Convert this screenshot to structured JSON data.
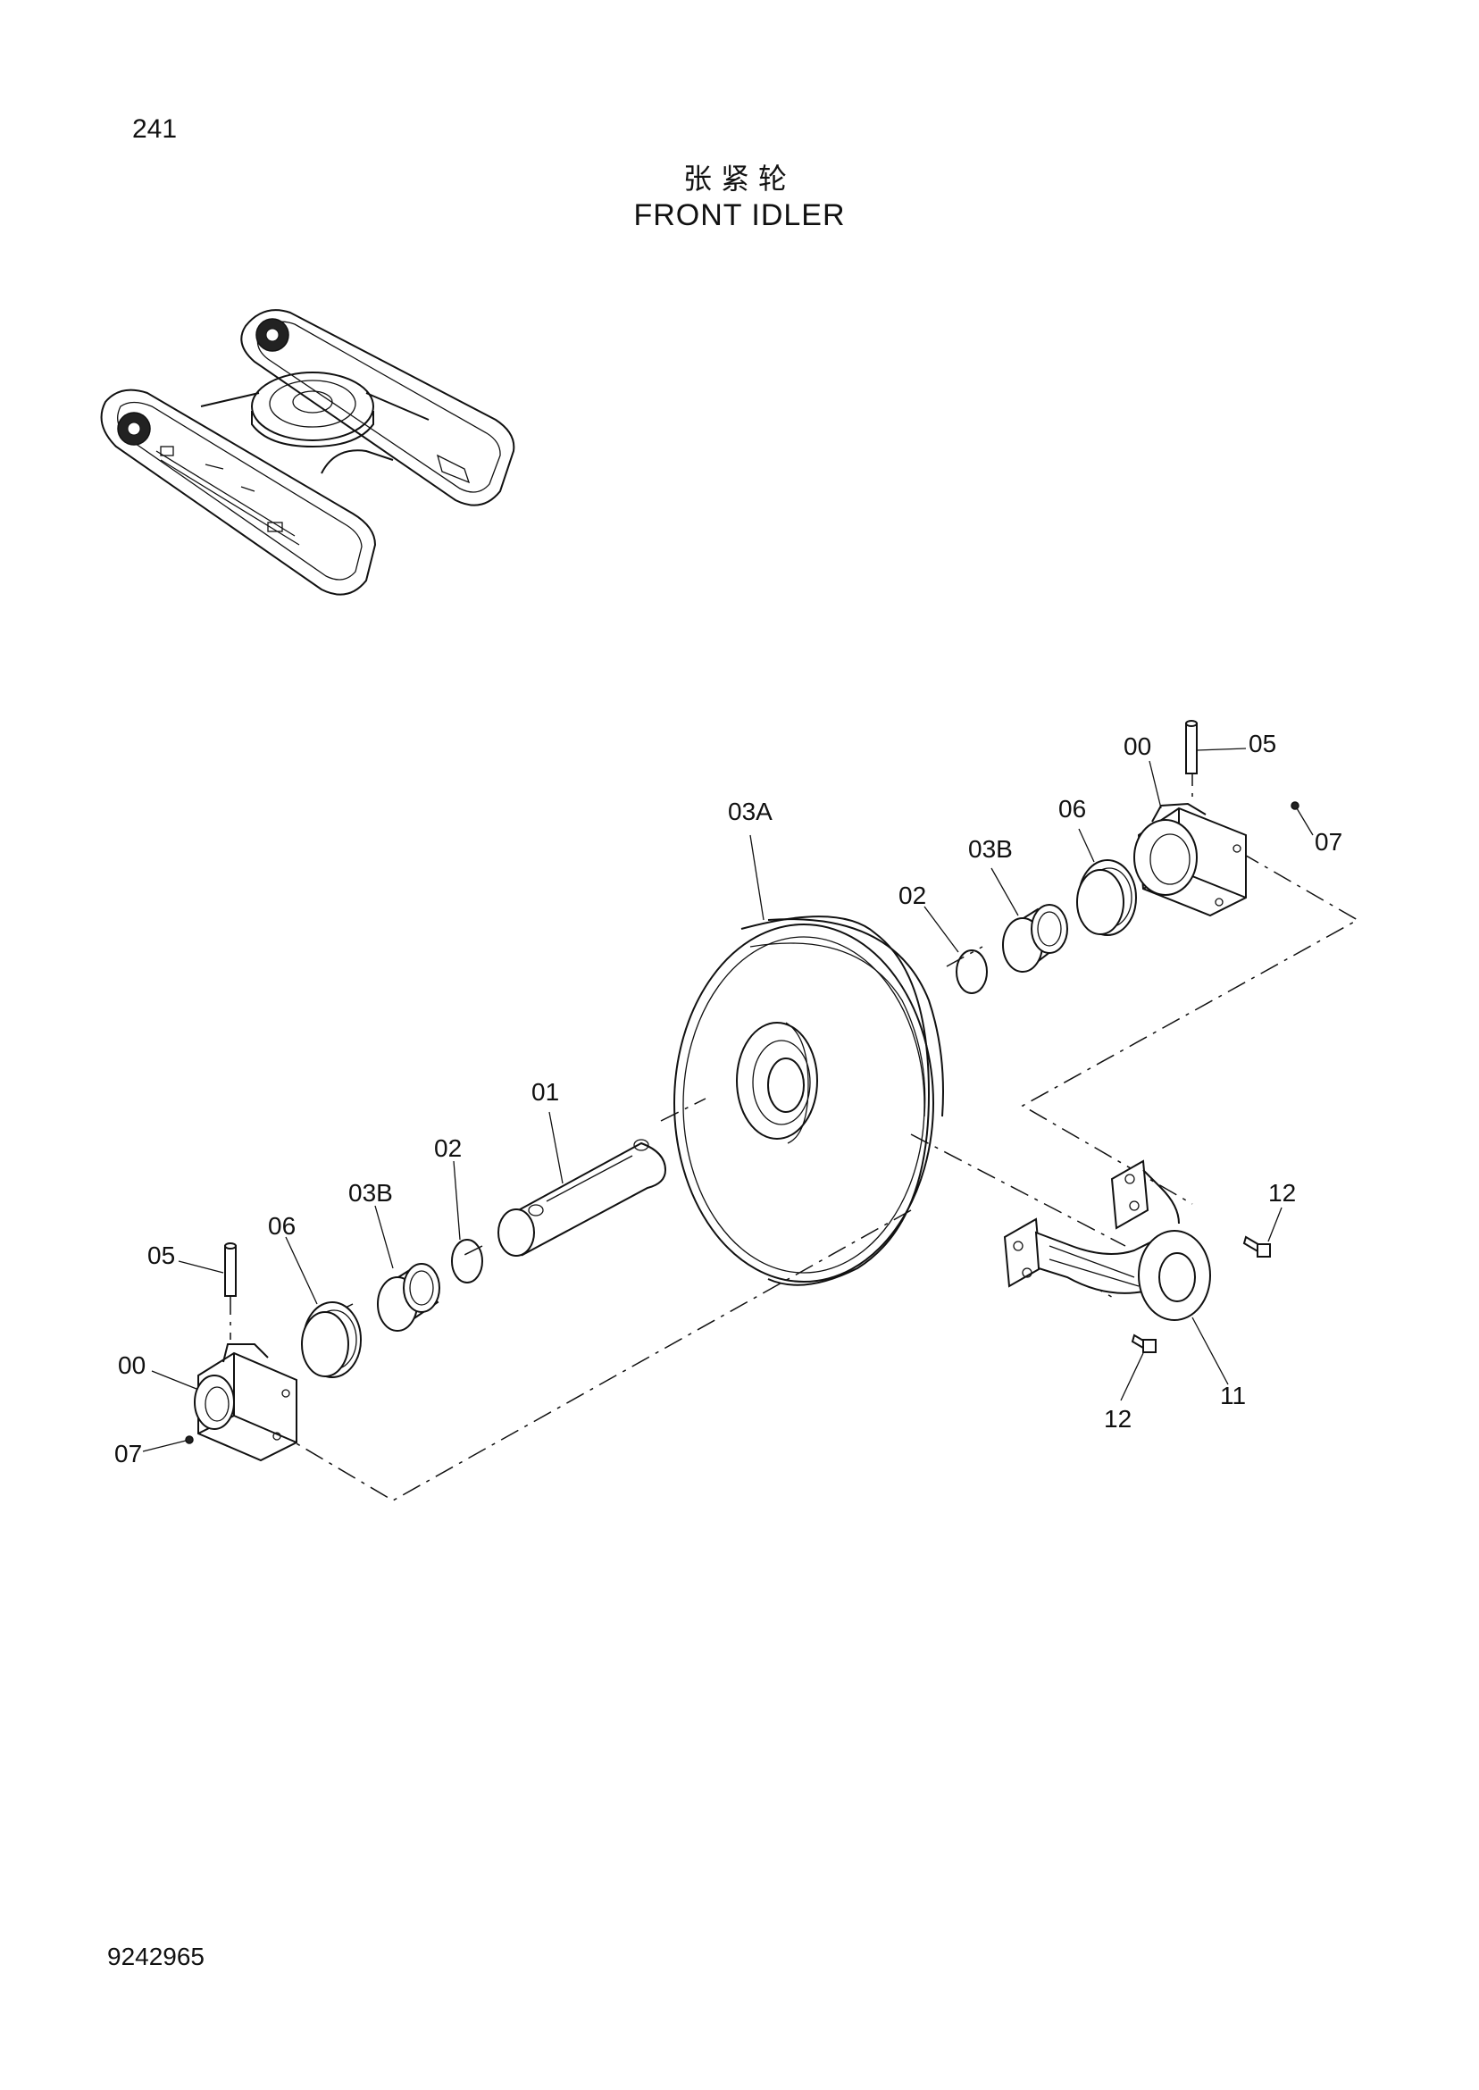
{
  "page": {
    "page_number": "241",
    "title_cn": "张紧轮",
    "title_en": "FRONT IDLER",
    "doc_number": "9242965"
  },
  "callouts": {
    "c00_right": "00",
    "c05_right": "05",
    "c07_right": "07",
    "c06_right": "06",
    "c03b_right": "03B",
    "c02_right": "02",
    "c03a": "03A",
    "c01": "01",
    "c02_left": "02",
    "c03b_left": "03B",
    "c06_left": "06",
    "c05_left": "05",
    "c00_left": "00",
    "c07_left": "07",
    "c12_top": "12",
    "c12_bottom": "12",
    "c11": "11"
  }
}
